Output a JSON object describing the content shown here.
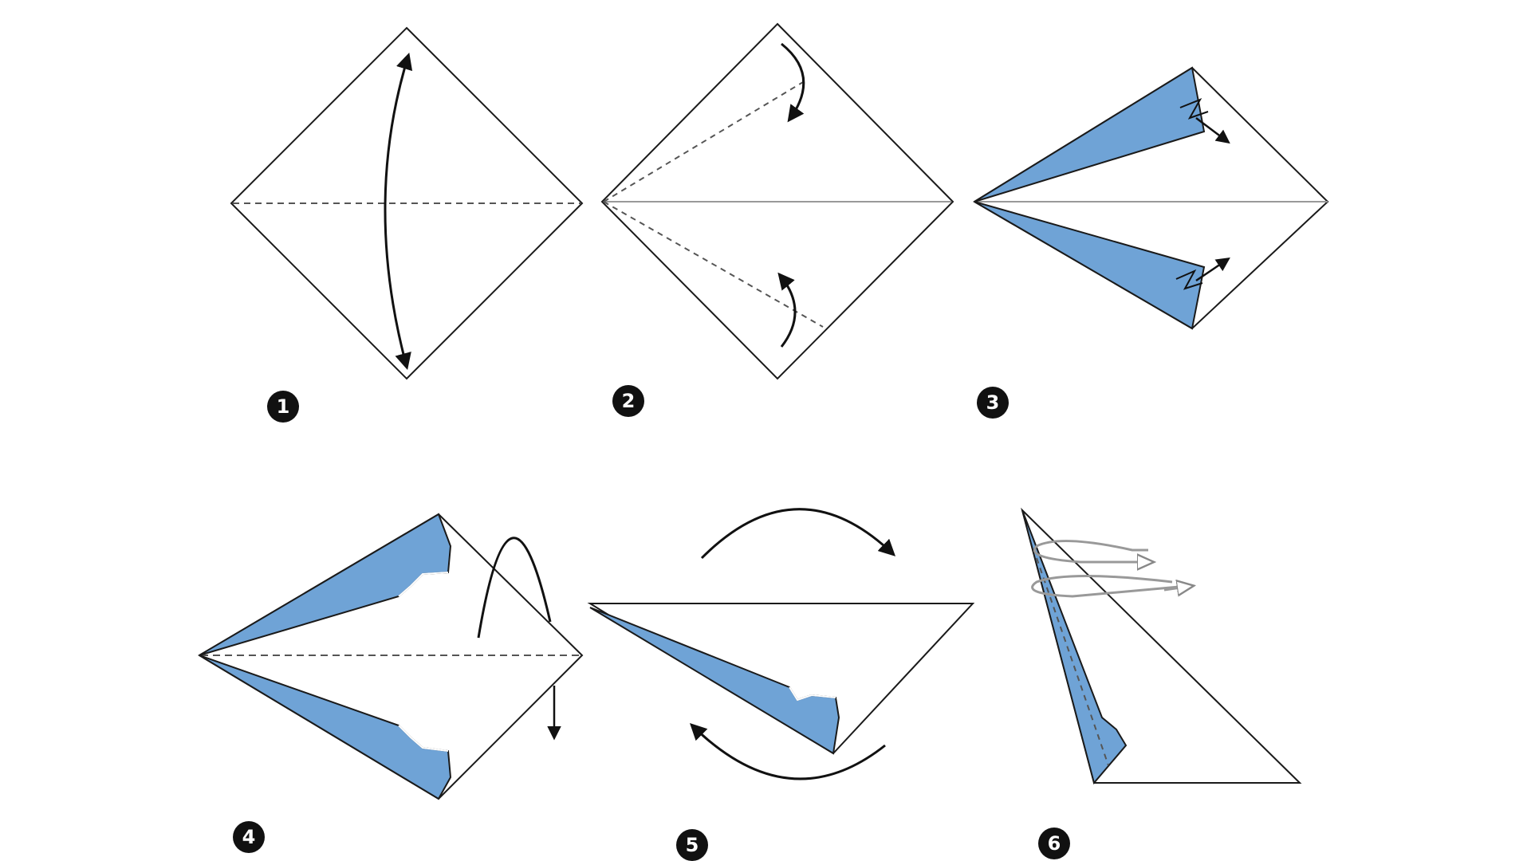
{
  "colors": {
    "paper_back": "#6fa3d6",
    "paper_front": "#ffffff",
    "line": "#1a1a1a",
    "crease": "#555555",
    "arrow": "#111111",
    "badge_bg": "#111111",
    "badge_text": "#ffffff"
  },
  "steps": [
    {
      "number": "1"
    },
    {
      "number": "2"
    },
    {
      "number": "3"
    },
    {
      "number": "4"
    },
    {
      "number": "5"
    },
    {
      "number": "6"
    }
  ]
}
